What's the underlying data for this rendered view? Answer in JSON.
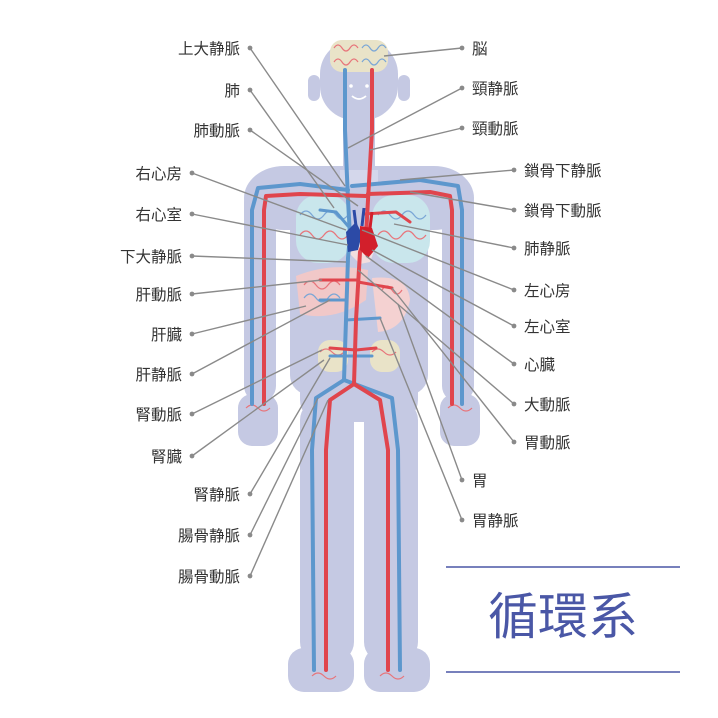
{
  "title": "循環系",
  "labels_left": [
    "上大静脈",
    "肺",
    "肺動脈",
    "右心房",
    "右心室",
    "下大静脈",
    "肝動脈",
    "肝臓",
    "肝静脈",
    "腎動脈",
    "腎臓",
    "腎静脈",
    "腸骨静脈",
    "腸骨動脈"
  ],
  "labels_right": [
    "脳",
    "頸静脈",
    "頸動脈",
    "鎖骨下静脈",
    "鎖骨下動脈",
    "肺静脈",
    "左心房",
    "左心室",
    "心臓",
    "大動脈",
    "胃動脈",
    "胃",
    "胃静脈"
  ],
  "colors": {
    "artery": "#e0454d",
    "vein": "#5d97cd",
    "body": "#c5c9e3",
    "organ": "#e9e3c8",
    "title": "#4a57a6"
  }
}
